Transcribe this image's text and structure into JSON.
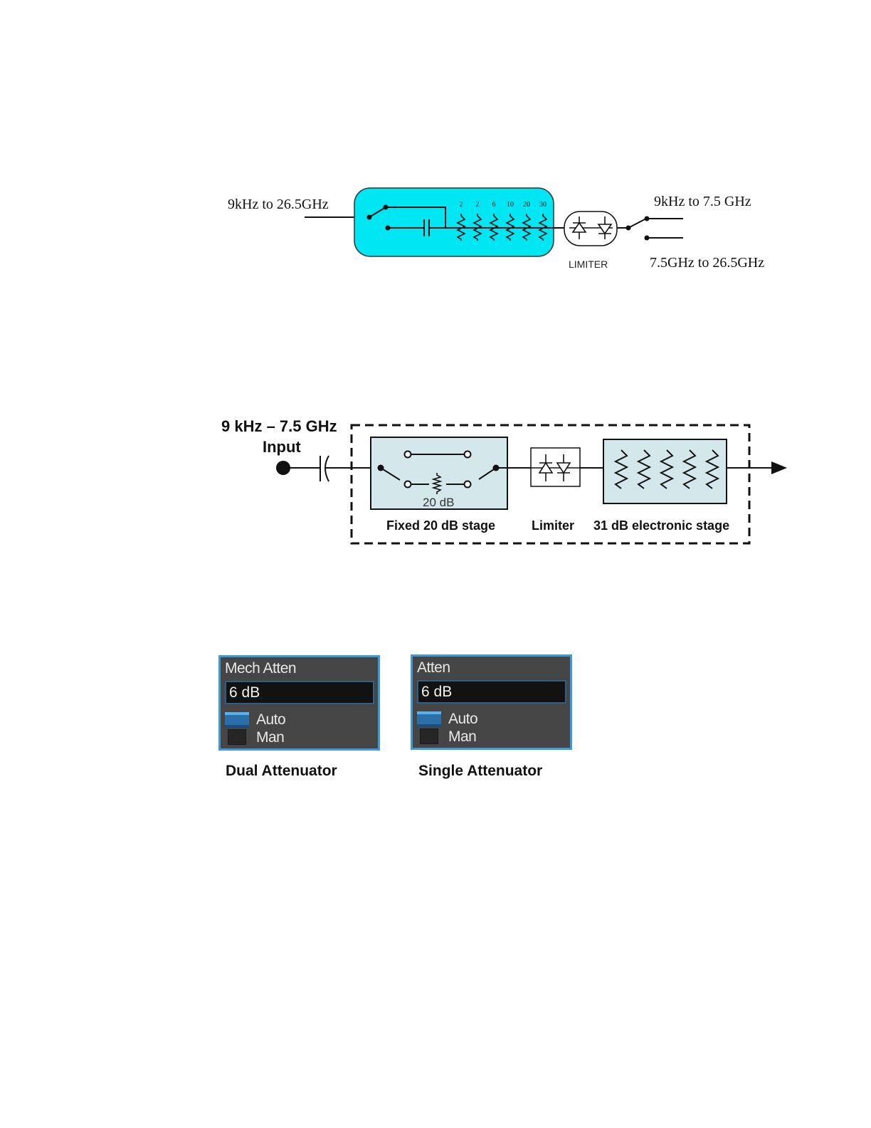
{
  "diagram1": {
    "input_label": "9kHz to 26.5GHz",
    "step_labels": [
      "2",
      "2",
      "6",
      "10",
      "20",
      "30"
    ],
    "limiter_label": "LIMITER",
    "output_low_label": "9kHz to 7.5 GHz",
    "output_high_label": "7.5GHz to 26.5GHz",
    "colors": {
      "attenuator_fill": "#00e6f2",
      "line": "#111111"
    }
  },
  "diagram2": {
    "freq_label": "9 kHz – 7.5 GHz",
    "input_label": "Input",
    "fixed_stage_value": "20 dB",
    "fixed_stage_label": "Fixed 20 dB stage",
    "limiter_label": "Limiter",
    "electronic_stage_label": "31 dB electronic stage",
    "colors": {
      "stage_fill": "#d4e8ec",
      "line": "#111111"
    }
  },
  "panels": [
    {
      "title": "Mech Atten",
      "value": "6 dB",
      "options": [
        {
          "label": "Auto",
          "selected": true
        },
        {
          "label": "Man",
          "selected": false
        }
      ],
      "caption": "Dual Attenuator"
    },
    {
      "title": "Atten",
      "value": "6 dB",
      "options": [
        {
          "label": "Auto",
          "selected": true
        },
        {
          "label": "Man",
          "selected": false
        }
      ],
      "caption": "Single Attenuator"
    }
  ],
  "colors": {
    "panel_bg": "#454545",
    "panel_border": "#3e9ad6",
    "selected_button": "#2a6fa8"
  }
}
